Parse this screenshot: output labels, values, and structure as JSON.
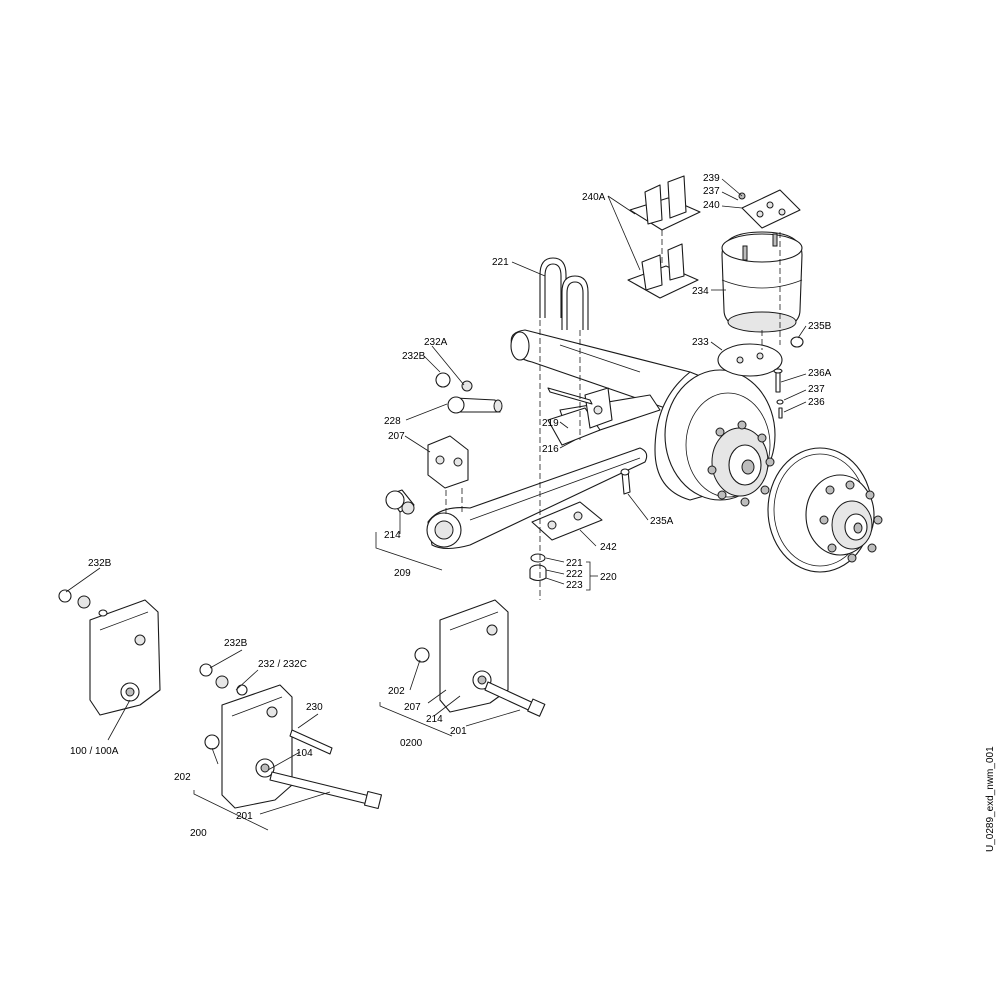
{
  "drawing_code": "U_0289_exd_nwm_001",
  "labels": {
    "l239": "239",
    "l237a": "237",
    "l240": "240",
    "l240A": "240A",
    "l221a": "221",
    "l234": "234",
    "l235B": "235B",
    "l233": "233",
    "l236A": "236A",
    "l237b": "237",
    "l236": "236",
    "l232A": "232A",
    "l232Ba": "232B",
    "l228": "228",
    "l207a": "207",
    "l219": "219",
    "l216": "216",
    "l214a": "214",
    "l209": "209",
    "l235A": "235A",
    "l242": "242",
    "l221b": "221",
    "l222": "222",
    "l223": "223",
    "l220": "220",
    "l232Bb": "232B",
    "l100": "100 / 100A",
    "l232Bc": "232B",
    "l232C": "232 / 232C",
    "l230": "230",
    "l104": "104",
    "l202a": "202",
    "l201a": "201",
    "l200": "200",
    "l202b": "202",
    "l207b": "207",
    "l214b": "214",
    "l0200": "0200",
    "l201b": "201"
  }
}
